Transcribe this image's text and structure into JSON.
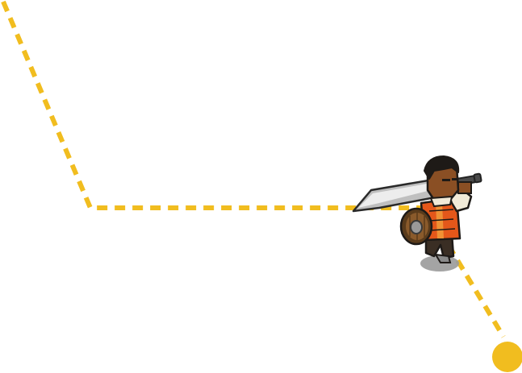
{
  "scene": {
    "background_color": "#ffffff",
    "path_color": "#f1bd1f",
    "goal_color": "#f1bd1f",
    "path_style": "dashed"
  },
  "path": {
    "segments": 3,
    "icon": "dashed-path"
  },
  "goal": {
    "icon": "goal-circle-icon"
  },
  "character": {
    "icon": "swordsman-character-icon",
    "skin_color": "#8a4f24",
    "hair_color": "#1e1a17",
    "tunic_color": "#e4571a",
    "trim_color": "#f29b3a",
    "sleeve_color": "#f1ead7",
    "pants_color": "#3a2e24",
    "shield_wood_color": "#8a5a2b",
    "shield_rim_color": "#5a3b1b",
    "blade_color": "#bfbfbf",
    "blade_edge_color": "#ededed",
    "hilt_color": "#4a4a4a",
    "shadow_color": "#9a9a9a"
  }
}
